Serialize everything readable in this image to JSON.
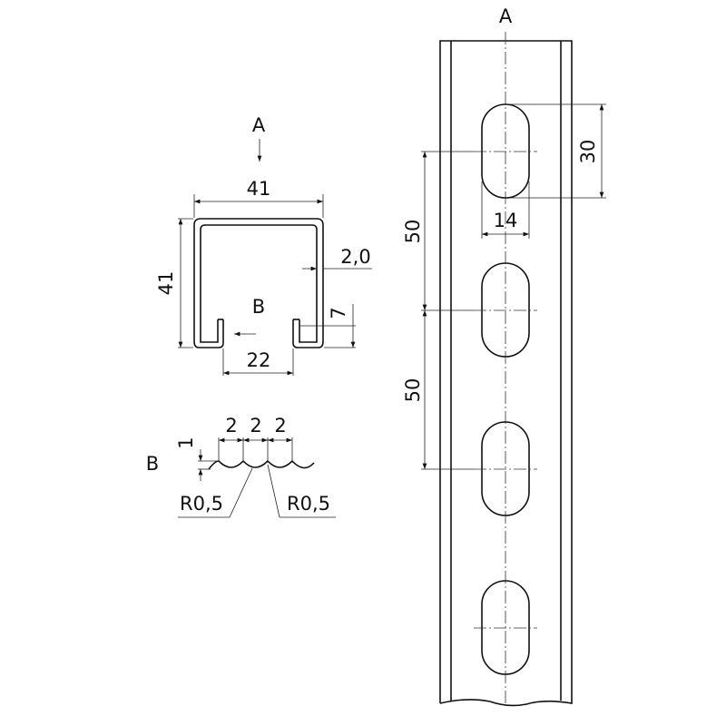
{
  "profile": {
    "view_marker": "A",
    "width_dim": "41",
    "height_dim": "41",
    "thickness_dim": "2,0",
    "lip_dim": "7",
    "opening_dim": "22",
    "section_marker": "B"
  },
  "detail_b": {
    "label": "B",
    "pitch_dims": [
      "2",
      "2",
      "2"
    ],
    "depth_dim": "1",
    "radius_left": "R0,5",
    "radius_right": "R0,5"
  },
  "view_a": {
    "label": "A",
    "slot_length_dim": "30",
    "slot_width_dim": "14",
    "pitch_dim_1": "50",
    "pitch_dim_2": "50"
  }
}
